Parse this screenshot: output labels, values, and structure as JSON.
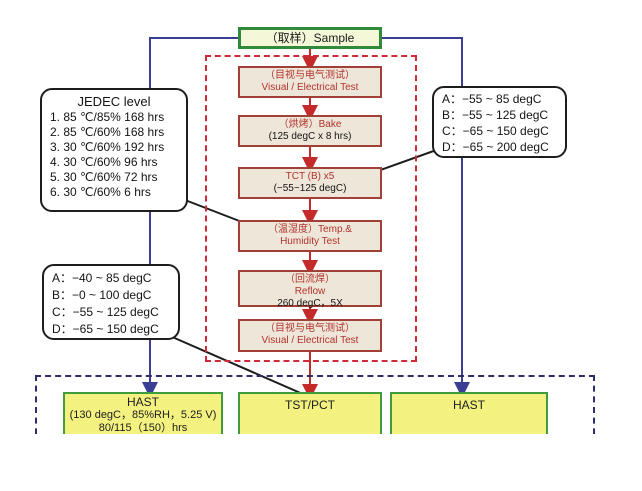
{
  "sample_label": "（取样）Sample",
  "steps": [
    {
      "cn": "（目视与电气测试）",
      "en": "Visual / Electrical Test"
    },
    {
      "cn": "（烘烤）Bake",
      "en": "(125 degC x 8 hrs)"
    },
    {
      "cn": "TCT (B) x5",
      "en": "(−55~125 degC)"
    },
    {
      "cn": "（温湿度）Temp.&",
      "en": "Humidity Test"
    },
    {
      "cn": "（回流焊）",
      "en": "Reflow",
      "extra": "260 degC，5X"
    },
    {
      "cn": "（目视与电气测试）",
      "en": "Visual / Electrical Test"
    }
  ],
  "jedec": {
    "title": "JEDEC level",
    "items": [
      "1. 85 ℃/85% 168 hrs",
      "2. 85 ℃/60% 168 hrs",
      "3. 30 ℃/60% 192 hrs",
      "4. 30 ℃/60% 96 hrs",
      "5. 30 ℃/60% 72 hrs",
      "6. 30 ℃/60% 6 hrs"
    ]
  },
  "tct_ranges": [
    "A：−55 ~ 85 degC",
    "B：−55 ~ 125 degC",
    "C：−65 ~ 150 degC",
    "D：−65 ~ 200 degC"
  ],
  "tst_ranges": [
    "A：−40 ~ 85 degC",
    "B：−0 ~ 100 degC",
    "C：−55 ~ 125 degC",
    "D：−65 ~ 150 degC"
  ],
  "bottom": {
    "hast_left": {
      "title": "HAST",
      "line1": "(130 degC，85%RH，5.25 V)",
      "line2": "80/115（150）hrs"
    },
    "tst_pct": {
      "title": "TST/PCT"
    },
    "hast_right": {
      "title": "HAST"
    }
  }
}
